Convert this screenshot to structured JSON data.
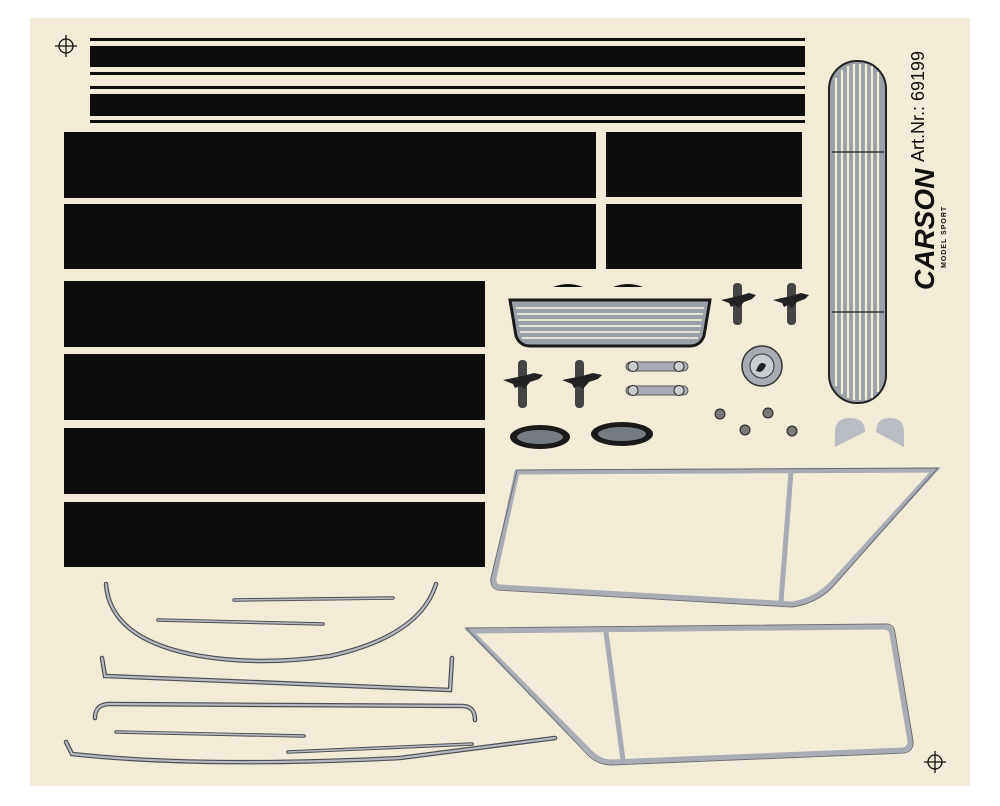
{
  "sheet": {
    "brand": "CARSON",
    "brand_sub": "MODEL SPORT",
    "article_number": "Art.Nr.: 69199",
    "colors": {
      "paper": "#f1ebd7",
      "ink": "#0d0d0d",
      "silver": "#a8acb4",
      "silver_dark": "#777b82",
      "chrome_stroke": "#3a3a3a"
    }
  }
}
